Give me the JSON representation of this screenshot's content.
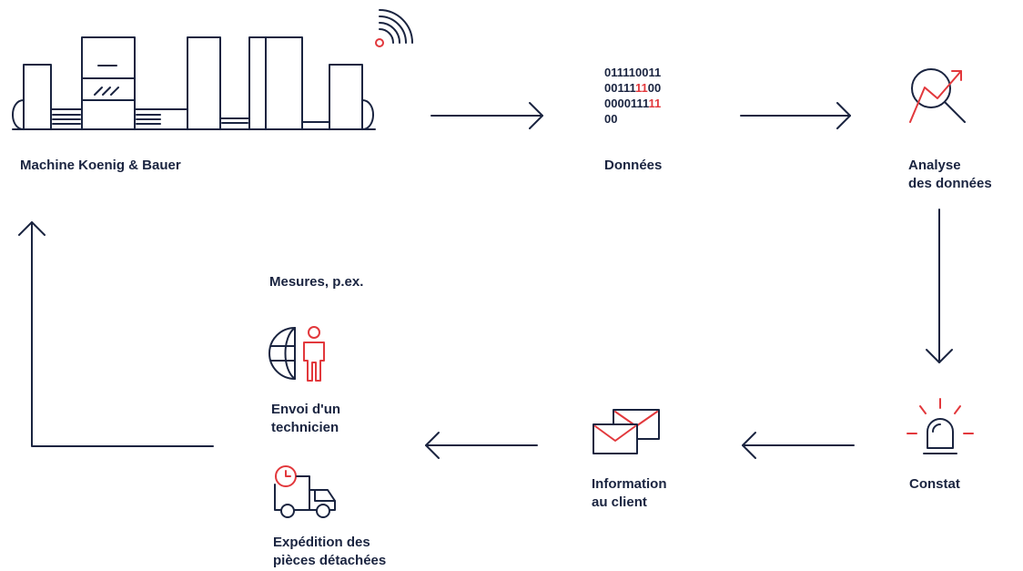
{
  "nodes": {
    "machine": {
      "label": "Machine Koenig & Bauer"
    },
    "data": {
      "label": "Données",
      "binary_lines": [
        [
          {
            "t": "011110011",
            "hl": false
          }
        ],
        [
          {
            "t": "00111",
            "hl": false
          },
          {
            "t": "11",
            "hl": true
          },
          {
            "t": "00",
            "hl": false
          }
        ],
        [
          {
            "t": "0000111",
            "hl": false
          },
          {
            "t": "11",
            "hl": true
          }
        ],
        [
          {
            "t": "00",
            "hl": false
          }
        ]
      ]
    },
    "analysis": {
      "label_line1": "Analyse",
      "label_line2": "des données"
    },
    "finding": {
      "label": "Constat"
    },
    "client_info": {
      "label_line1": "Information",
      "label_line2": "au client"
    },
    "measures": {
      "heading": "Mesures, p.ex.",
      "technician": {
        "label_line1": "Envoi d'un",
        "label_line2": "technicien"
      },
      "shipping": {
        "label_line1": "Expédition des",
        "label_line2": "pièces détachées"
      }
    }
  },
  "icons": {
    "machine": "printing-press-icon",
    "wifi": "wifi-signal-icon",
    "analysis": "magnifier-trend-icon",
    "finding": "alarm-beacon-icon",
    "client_info": "envelopes-icon",
    "technician": "globe-technician-icon",
    "shipping": "delivery-truck-clock-icon"
  },
  "colors": {
    "ink": "#1a2440",
    "accent": "#e2383c",
    "background": "#ffffff"
  }
}
